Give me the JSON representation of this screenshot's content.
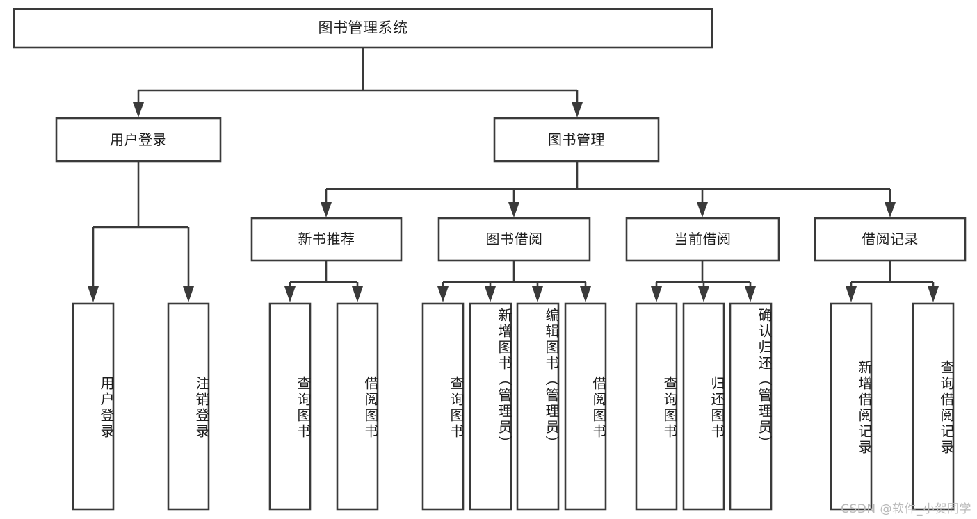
{
  "diagram": {
    "type": "tree",
    "title": "图书管理系统",
    "orientation": "top-down",
    "colors": {
      "box_fill": "#ffffff",
      "box_stroke": "#3a3a3a",
      "text": "#1d1d1d",
      "watermark": "#b9b9b9"
    },
    "watermark": "CSDN @软件_小贺同学",
    "nodes": {
      "root": {
        "label": "图书管理系统",
        "level": 0
      },
      "l1": [
        {
          "label": "用户登录",
          "level": 1
        },
        {
          "label": "图书管理",
          "level": 1
        }
      ],
      "l2": [
        {
          "label": "新书推荐",
          "level": 2
        },
        {
          "label": "图书借阅",
          "level": 2
        },
        {
          "label": "当前借阅",
          "level": 2
        },
        {
          "label": "借阅记录",
          "level": 2
        }
      ],
      "leaves": [
        {
          "label": "用户登录",
          "parent": "用户登录",
          "level": 2
        },
        {
          "label": "注销登录",
          "parent": "用户登录",
          "level": 2
        },
        {
          "label": "查询图书",
          "parent": "新书推荐",
          "level": 3
        },
        {
          "label": "借阅图书",
          "parent": "新书推荐",
          "level": 3
        },
        {
          "label": "查询图书",
          "parent": "图书借阅",
          "level": 3
        },
        {
          "label": "新增图书（管理员）",
          "parent": "图书借阅",
          "level": 3
        },
        {
          "label": "编辑图书（管理员）",
          "parent": "图书借阅",
          "level": 3
        },
        {
          "label": "借阅图书",
          "parent": "图书借阅",
          "level": 3
        },
        {
          "label": "查询图书",
          "parent": "当前借阅",
          "level": 3
        },
        {
          "label": "归还图书",
          "parent": "当前借阅",
          "level": 3
        },
        {
          "label": "确认归还（管理员）",
          "parent": "当前借阅",
          "level": 3
        },
        {
          "label": "新增借阅记录",
          "parent": "借阅记录",
          "level": 3
        },
        {
          "label": "查询借阅记录",
          "parent": "借阅记录",
          "level": 3
        }
      ]
    },
    "edges": [
      {
        "from": "图书管理系统",
        "to": "用户登录"
      },
      {
        "from": "图书管理系统",
        "to": "图书管理"
      },
      {
        "from": "用户登录",
        "to": "用户登录"
      },
      {
        "from": "用户登录",
        "to": "注销登录"
      },
      {
        "from": "图书管理",
        "to": "新书推荐"
      },
      {
        "from": "图书管理",
        "to": "图书借阅"
      },
      {
        "from": "图书管理",
        "to": "当前借阅"
      },
      {
        "from": "图书管理",
        "to": "借阅记录"
      },
      {
        "from": "新书推荐",
        "to": "查询图书"
      },
      {
        "from": "新书推荐",
        "to": "借阅图书"
      },
      {
        "from": "图书借阅",
        "to": "查询图书"
      },
      {
        "from": "图书借阅",
        "to": "新增图书（管理员）"
      },
      {
        "from": "图书借阅",
        "to": "编辑图书（管理员）"
      },
      {
        "from": "图书借阅",
        "to": "借阅图书"
      },
      {
        "from": "当前借阅",
        "to": "查询图书"
      },
      {
        "from": "当前借阅",
        "to": "归还图书"
      },
      {
        "from": "当前借阅",
        "to": "确认归还（管理员）"
      },
      {
        "from": "借阅记录",
        "to": "新增借阅记录"
      },
      {
        "from": "借阅记录",
        "to": "查询借阅记录"
      }
    ]
  }
}
